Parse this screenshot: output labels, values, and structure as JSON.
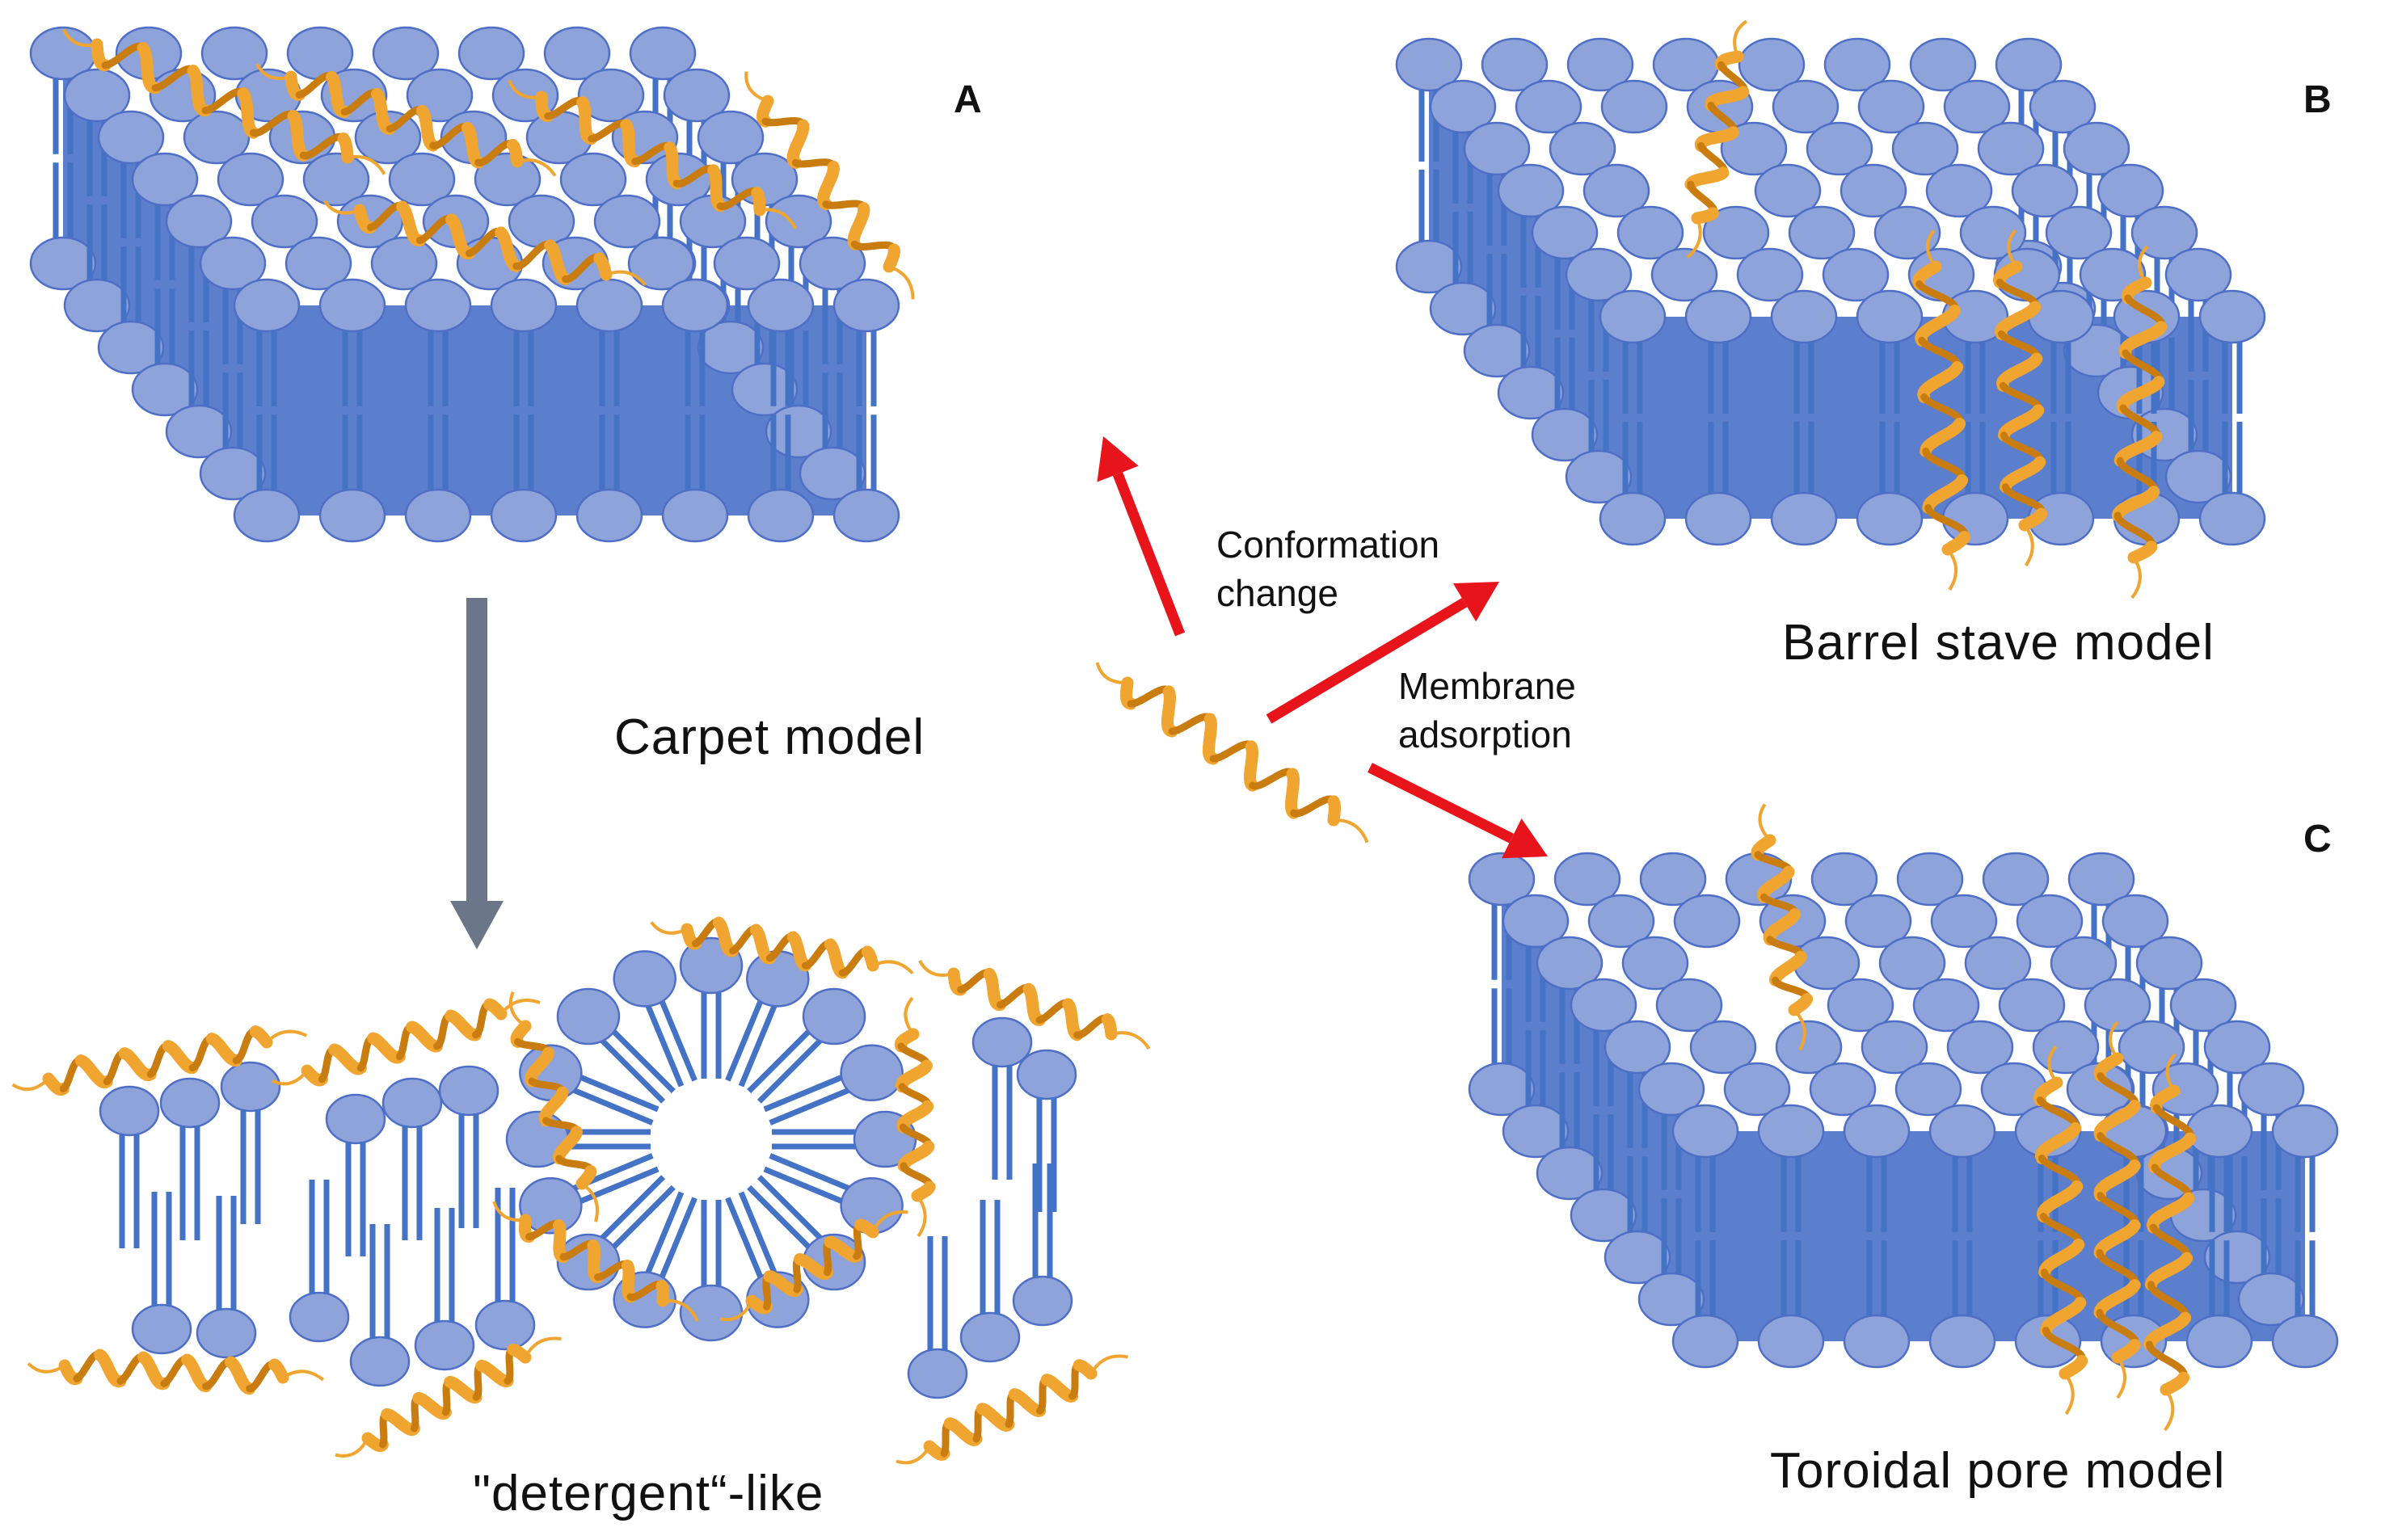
{
  "panels": {
    "a": {
      "letter": "A",
      "title": "Carpet model"
    },
    "b": {
      "letter": "B",
      "title": "Barrel stave model"
    },
    "c": {
      "letter": "C",
      "title": "Toroidal pore model"
    }
  },
  "detergent": {
    "title": "\"detergent“-like"
  },
  "arrows": {
    "conformation": {
      "line1": "Conformation",
      "line2": "change"
    },
    "adsorption": {
      "line1": "Membrane",
      "line2": "adsorption"
    }
  },
  "colors": {
    "lipid_head": "#8ea3d9",
    "lipid_head_edge": "#4f6fc7",
    "lipid_tail": "#4472c4",
    "peptide": "#f0a530",
    "peptide_dark": "#c97c10",
    "red_arrow": "#e8141b",
    "grey_arrow": "#6b7689"
  }
}
